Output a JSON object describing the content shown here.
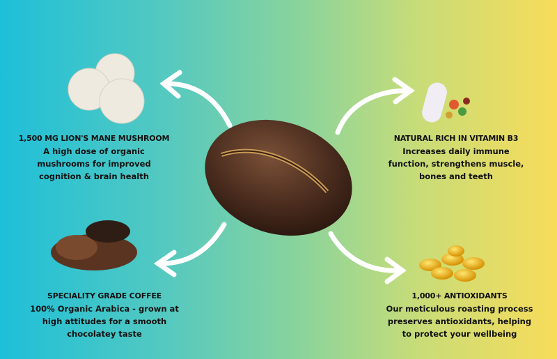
{
  "features": [
    {
      "title": "1,500 MG LION'S MANE MUSHROOM",
      "lines": [
        "A high dose of organic",
        "mushrooms for improved",
        "cognition & brain health"
      ],
      "icon": "mushroom-icon"
    },
    {
      "title": "NATURAL RICH IN VITAMIN B3",
      "lines": [
        "Increases daily immune",
        "function, strengthens muscle,",
        "bones and teeth"
      ],
      "icon": "vitamin-pill-icon"
    },
    {
      "title": "SPECIALITY GRADE COFFEE",
      "lines": [
        "100% Organic Arabica - grown at",
        "high attitudes for a smooth",
        "chocolatey taste"
      ],
      "icon": "ground-coffee-icon"
    },
    {
      "title": "1,000+ ANTIOXIDANTS",
      "lines": [
        "Our meticulous roasting process",
        "preserves antioxidants, helping",
        "to protect your wellbeing"
      ],
      "icon": "softgel-capsules-icon"
    }
  ],
  "colors": {
    "cyan": "#1ebfd9",
    "green": "#8dd49a",
    "yellow": "#f8dc5a",
    "bean": "#4a2c1e"
  }
}
